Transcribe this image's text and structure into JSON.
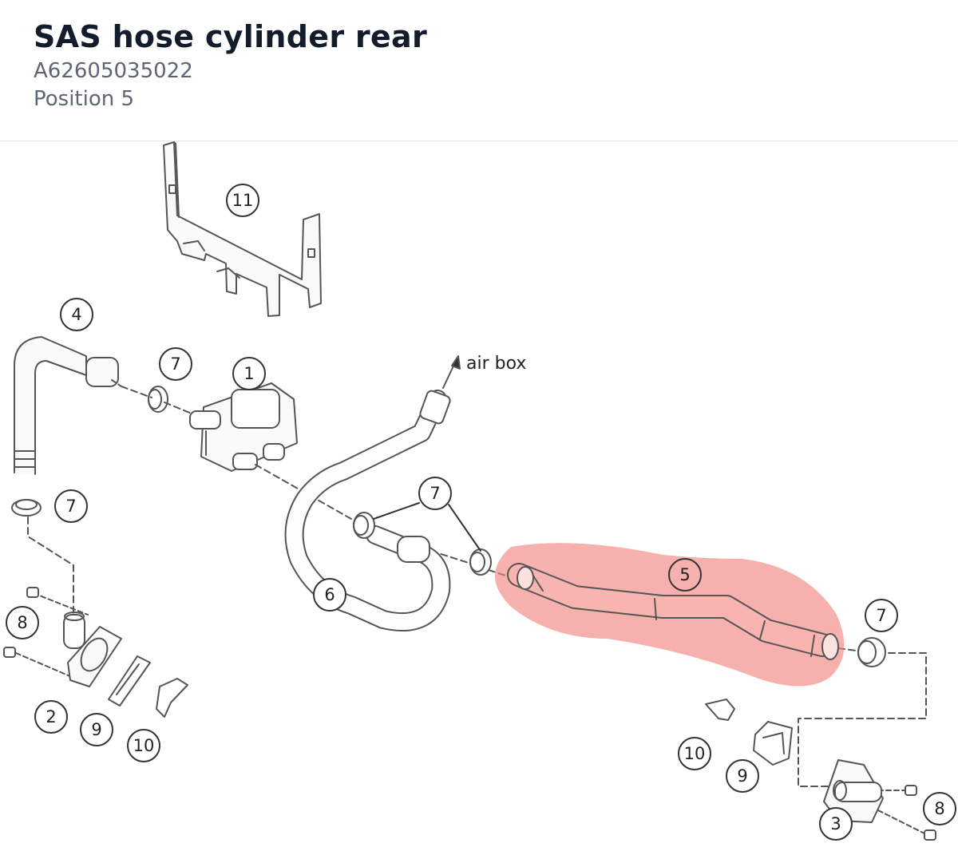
{
  "header": {
    "title": "SAS hose cylinder rear",
    "part_number": "A62605035022",
    "position_label": "Position 5"
  },
  "diagram": {
    "highlight_color": "#f07f7a",
    "highlighted_part": "5",
    "annotation": "air box",
    "callouts": {
      "c11": "11",
      "c4": "4",
      "c7a": "7",
      "c1": "1",
      "c7b": "7",
      "c7c": "7",
      "c5": "5",
      "c7d": "7",
      "c6": "6",
      "c8a": "8",
      "c2": "2",
      "c9a": "9",
      "c10a": "10",
      "c10b": "10",
      "c9b": "9",
      "c8b": "8",
      "c3": "3"
    }
  }
}
